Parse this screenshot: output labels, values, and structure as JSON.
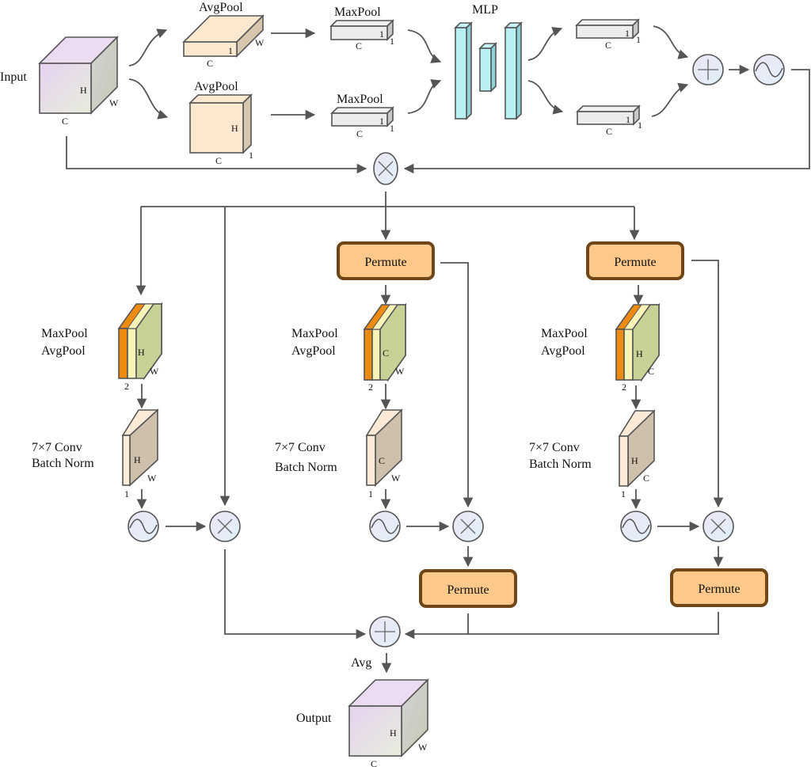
{
  "title": "Attention module architecture (channel + spatial/permute branches)",
  "colors": {
    "cube_front": "#e6dcee",
    "cube_side": "#cfcfc8",
    "cube_top": "#ecdcf0",
    "pool_face": "#fbe8cf",
    "pool_side": "#d7c7b0",
    "bar_face": "#ececec",
    "bar_side": "#c9c9c9",
    "mlp_face": "#b8f0f4",
    "mlp_side": "#8cd2d8",
    "orange": "#ee8a10",
    "cream": "#f8f4b8",
    "green_face": "#c8d296",
    "conv_face": "#fbead8",
    "conv_side": "#cfc0ac",
    "permute_fill": "#fcc98a",
    "permute_border": "#6f4618",
    "op_fill": "#e8ecf8",
    "edge": "#555555"
  },
  "top": {
    "input_label": "Input",
    "input_dims": {
      "h": "H",
      "w": "W",
      "c": "C"
    },
    "avgpool_top": {
      "label": "AvgPool",
      "dims": {
        "one": "1",
        "w": "W",
        "c": "C"
      }
    },
    "avgpool_bottom": {
      "label": "AvgPool",
      "dims": {
        "h": "H",
        "one": "1",
        "c": "C"
      }
    },
    "maxpool_top": {
      "label": "MaxPool",
      "dims": {
        "one_a": "1",
        "one_b": "1",
        "c": "C"
      }
    },
    "maxpool_bottom": {
      "label": "MaxPool",
      "dims": {
        "one_a": "1",
        "one_b": "1",
        "c": "C"
      }
    },
    "mlp_label": "MLP",
    "out_top": {
      "dims": {
        "one_a": "1",
        "one_b": "1",
        "c": "C"
      }
    },
    "out_bottom": {
      "dims": {
        "one_a": "1",
        "one_b": "1",
        "c": "C"
      }
    }
  },
  "branches": [
    {
      "pool_label_1": "MaxPool",
      "pool_label_2": "AvgPool",
      "pool_dims": {
        "inner": "H",
        "depth": "W",
        "count": "2"
      },
      "conv_label_1": "7×7 Conv",
      "conv_label_2": "Batch Norm",
      "conv_dims": {
        "inner": "H",
        "depth": "W",
        "count": "1"
      }
    },
    {
      "permute_in": "Permute",
      "pool_label_1": "MaxPool",
      "pool_label_2": "AvgPool",
      "pool_dims": {
        "inner": "C",
        "depth": "W",
        "count": "2"
      },
      "conv_label_1": "7×7 Conv",
      "conv_label_2": "Batch Norm",
      "conv_dims": {
        "inner": "C",
        "depth": "W",
        "count": "1"
      },
      "permute_out": "Permute"
    },
    {
      "permute_in": "Permute",
      "pool_label_1": "MaxPool",
      "pool_label_2": "AvgPool",
      "pool_dims": {
        "inner": "H",
        "depth": "C",
        "count": "2"
      },
      "conv_label_1": "7×7 Conv",
      "conv_label_2": "Batch Norm",
      "conv_dims": {
        "inner": "H",
        "depth": "C",
        "count": "1"
      },
      "permute_out": "Permute"
    }
  ],
  "bottom": {
    "avg_label": "Avg",
    "output_label": "Output",
    "output_dims": {
      "h": "H",
      "w": "W",
      "c": "C"
    }
  }
}
